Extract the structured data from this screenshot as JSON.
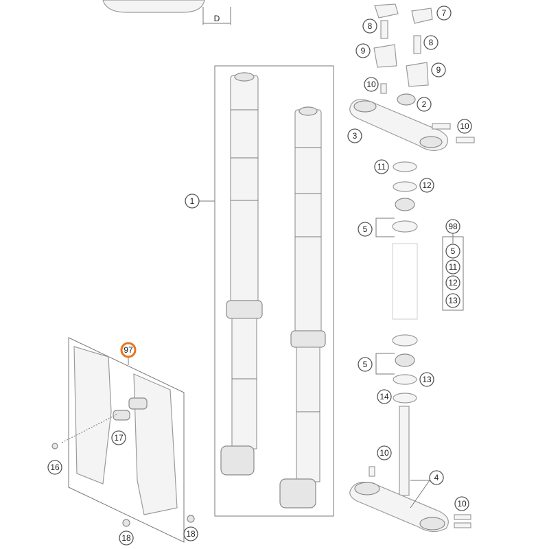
{
  "diagram": {
    "dimension_label": "D",
    "callouts": [
      "7",
      "8",
      "8",
      "9",
      "9",
      "10",
      "2",
      "3",
      "10",
      "1",
      "11",
      "12",
      "5",
      "98",
      "5",
      "11",
      "12",
      "13",
      "5",
      "13",
      "14",
      "10",
      "4",
      "10",
      "97",
      "17",
      "16",
      "18",
      "18"
    ],
    "highlight_color": "#e8731e"
  }
}
